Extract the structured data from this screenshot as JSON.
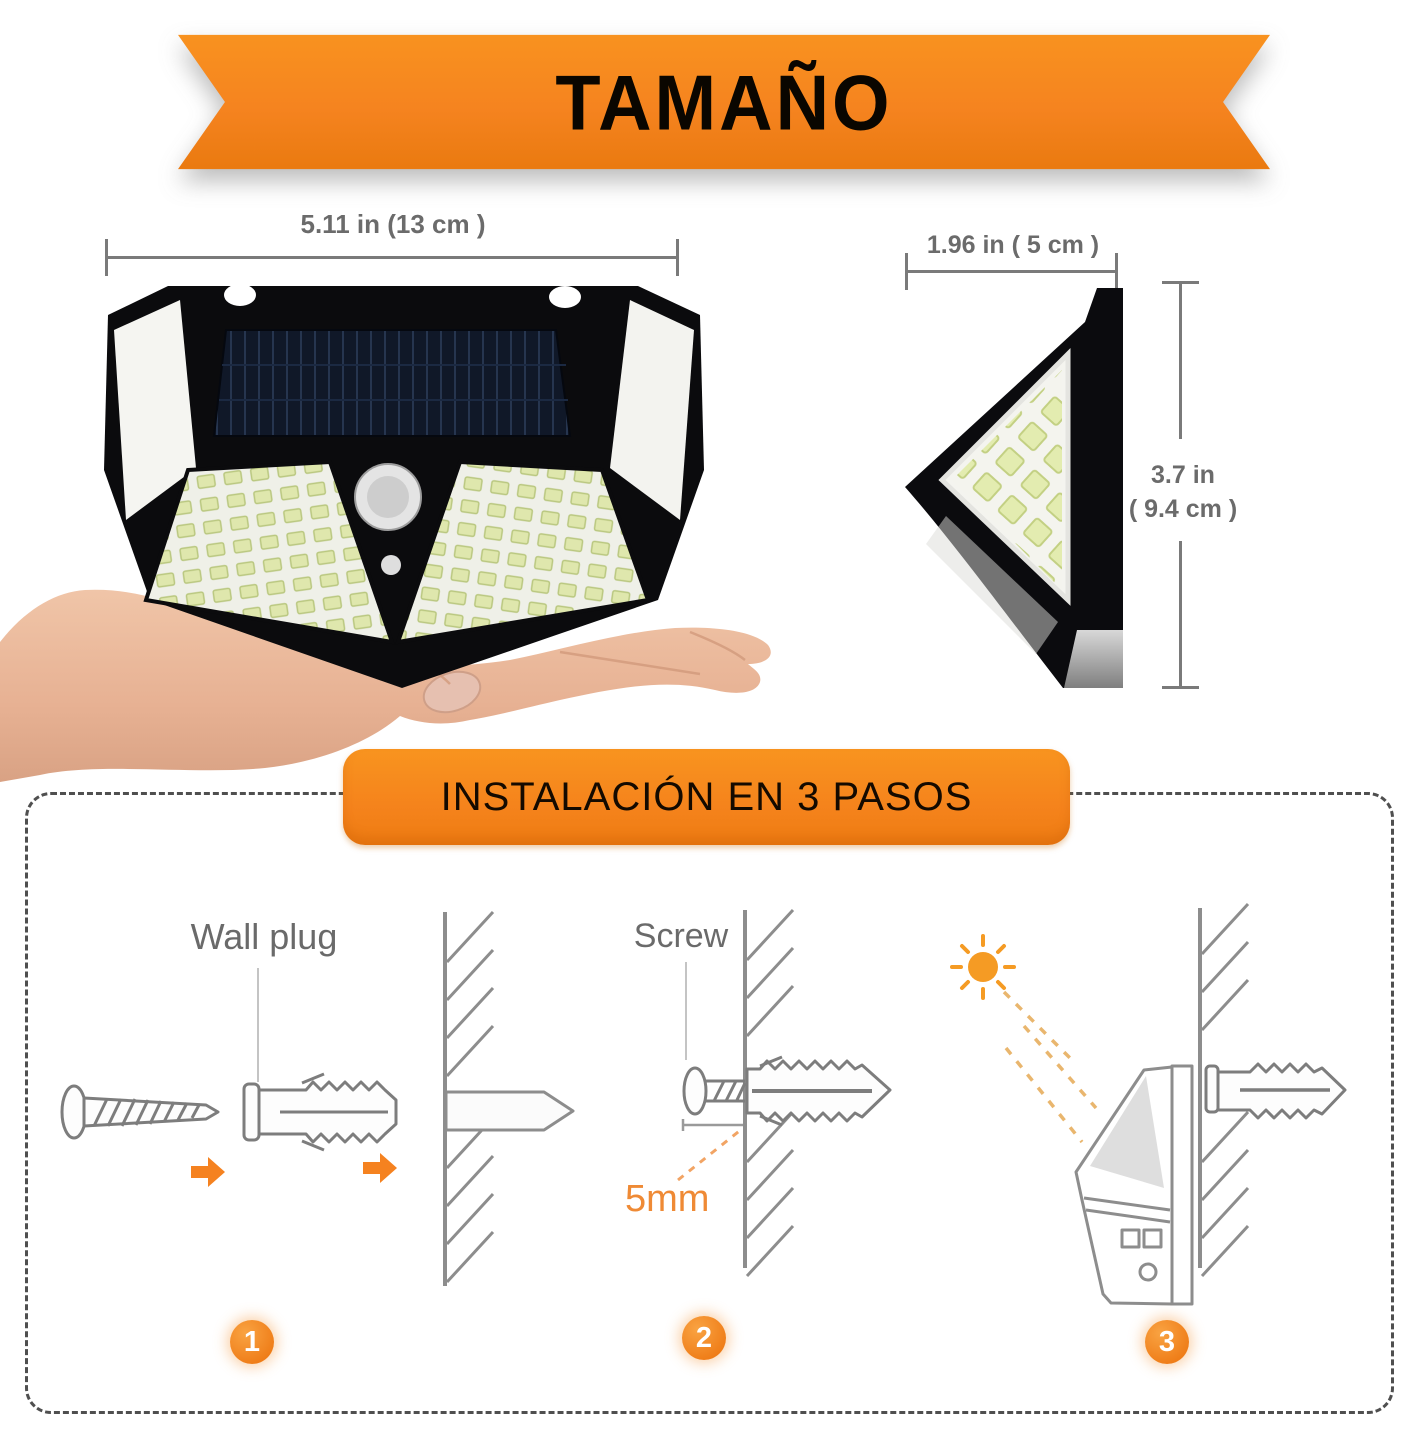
{
  "title_banner": {
    "label": "TAMAÑO",
    "ribbon_color": "#F5831F",
    "text_color": "#0A0600"
  },
  "size_diagram": {
    "front_view": {
      "width_label": "5.11 in  (13 cm )"
    },
    "side_view": {
      "width_label": "1.96 in  ( 5 cm )",
      "height_label_line1": "3.7 in",
      "height_label_line2": "( 9.4 cm )"
    }
  },
  "installation": {
    "banner_label": "INSTALACIÓN EN 3 PASOS",
    "steps": [
      {
        "number": "1",
        "label": "Wall plug"
      },
      {
        "number": "2",
        "label": "Screw",
        "depth_label": "5mm"
      },
      {
        "number": "3"
      }
    ]
  },
  "icons": {
    "step1": [
      "screw-icon",
      "wall-plug-icon",
      "arrow-right-icon",
      "wall-hatch-icon",
      "inserted-plug-icon"
    ],
    "step2": [
      "screw-in-plug-icon",
      "depth-dimension-icon",
      "sun-icon",
      "wall-hatch-icon"
    ],
    "step3": [
      "sun-rays-icon",
      "mounted-lamp-side-icon",
      "wall-plug-icon",
      "wall-hatch-icon"
    ],
    "photos": [
      "solar-lamp-front-icon",
      "solar-lamp-side-icon",
      "hand-icon"
    ]
  },
  "colors": {
    "accent_orange": "#F5821F",
    "diagram_line_gray": "#8A8A8A",
    "dimension_text_gray": "#6B6B6B",
    "depth_label_orange": "#EF8A35",
    "step_badge_orange": "#F08024",
    "solar_panel_navy": "#101828",
    "led_chip_green": "#DFE7AD"
  }
}
